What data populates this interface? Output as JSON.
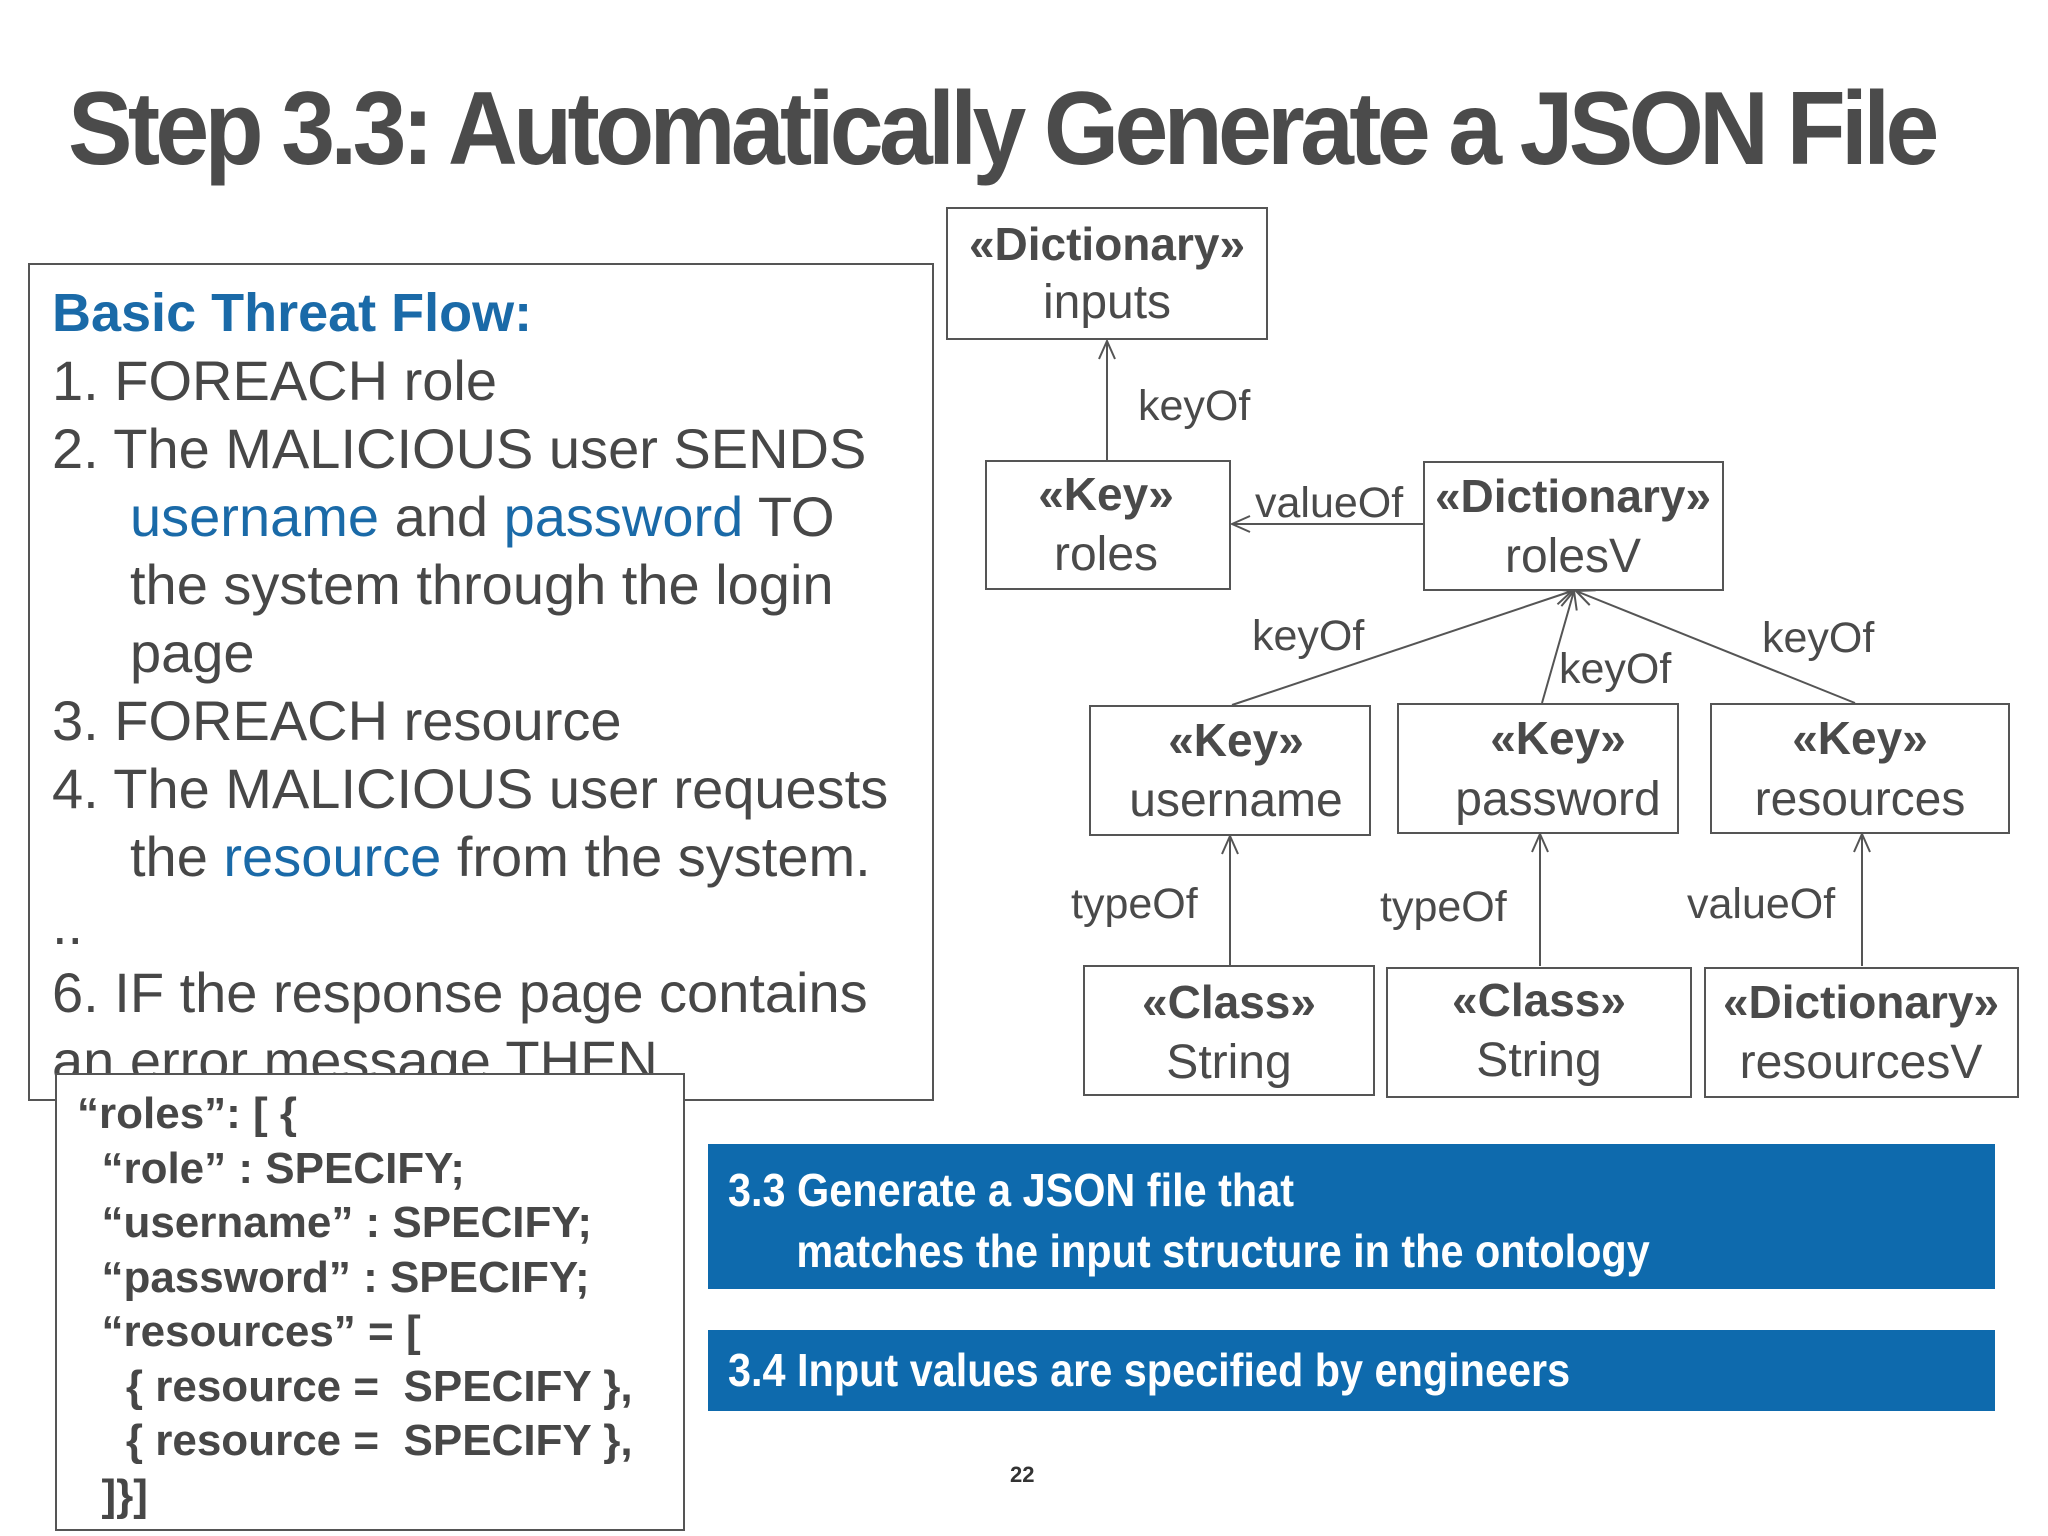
{
  "title": "Step 3.3: Automatically Generate a JSON File",
  "flow": {
    "heading": "Basic Threat Flow:",
    "line1": "1. FOREACH role",
    "line2": "2. The MALICIOUS user SENDS",
    "line3_var1": "username",
    "line3_and": " and ",
    "line3_var2": "password",
    "line3_to": " TO",
    "line4": "the system through the login",
    "line5": "page",
    "line6": "3. FOREACH resource",
    "line7": "4. The MALICIOUS user requests",
    "line8_the": "the ",
    "line8_var": "resource",
    "line8_rest": " from the system.",
    "line9": "..",
    "line10": "6. IF the response page contains",
    "line11": "an error message THEN"
  },
  "json_snippet": [
    "“roles”: [ {",
    "  “role” : SPECIFY;",
    "  “username” : SPECIFY;",
    "  “password” : SPECIFY;",
    "  “resources” = [",
    "    { resource =  SPECIFY },",
    "    { resource =  SPECIFY },",
    "  ]}]"
  ],
  "diagram": {
    "nodes": {
      "inputs": {
        "stereotype": "«Dictionary»",
        "name": "inputs"
      },
      "roles": {
        "stereotype": "«Key»",
        "name": "roles"
      },
      "rolesV": {
        "stereotype": "«Dictionary»",
        "name": "rolesV"
      },
      "username": {
        "stereotype": "«Key»",
        "name": "username"
      },
      "password": {
        "stereotype": "«Key»",
        "name": "password"
      },
      "resources": {
        "stereotype": "«Key»",
        "name": "resources"
      },
      "string1": {
        "stereotype": "«Class»",
        "name": "String"
      },
      "string2": {
        "stereotype": "«Class»",
        "name": "String"
      },
      "resourcesV": {
        "stereotype": "«Dictionary»",
        "name": "resourcesV"
      }
    },
    "edges": {
      "roles_inputs": "keyOf",
      "rolesV_roles": "valueOf",
      "username_rolesV": "keyOf",
      "password_rolesV": "keyOf",
      "resources_rolesV": "keyOf",
      "string1_username": "typeOf",
      "string2_password": "typeOf",
      "resourcesV_resources": "valueOf"
    }
  },
  "banners": {
    "b1_line1": "3.3 Generate a JSON file that",
    "b1_line2": "matches the input structure in the ontology",
    "b2_line1": "3.4 Input values are specified by engineers"
  },
  "page_number": "22"
}
